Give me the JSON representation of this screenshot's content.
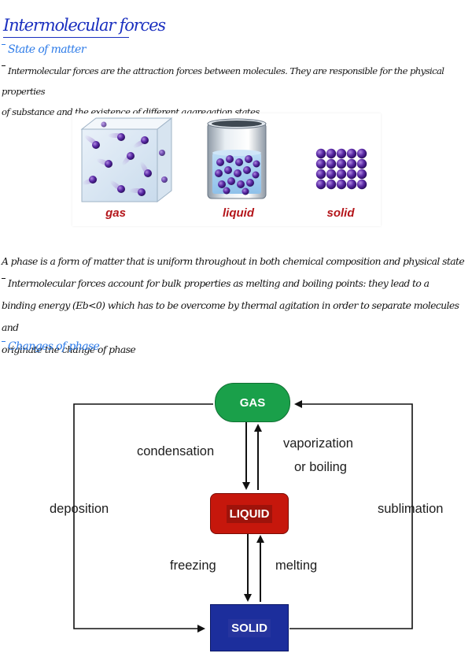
{
  "heading": {
    "title": "Intermolecular forces",
    "subtitle_states": "State of matter",
    "subtitle_changes": "Changes of phase"
  },
  "paragraphs": {
    "intro_line1": "Intermolecular forces are the attraction forces between molecules. They are responsible for the physical properties",
    "intro_line2": "of substance and the existence of different aggregation states",
    "phase_def": "A phase is a form of matter that is uniform throughout in both chemical composition and physical state",
    "bulk_line1": "Intermolecular forces account for bulk properties as melting and boiling points: they lead to a",
    "bulk_line2": "binding energy (Eb<0) which has to be overcome by thermal agitation in order to separate molecules and",
    "bulk_line3": "originate the change of phase"
  },
  "states_figure": {
    "labels": {
      "gas": "gas",
      "liquid": "liquid",
      "solid": "solid"
    }
  },
  "phase_diagram": {
    "boxes": {
      "gas": "GAS",
      "liquid": "LIQUID",
      "solid": "SOLID"
    },
    "transitions": {
      "condensation": "condensation",
      "vaporization_1": "vaporization",
      "vaporization_2": "or  boiling",
      "deposition": "deposition",
      "sublimation": "sublimation",
      "freezing": "freezing",
      "melting": "melting"
    }
  },
  "colors": {
    "title_blue": "#1a2fbf",
    "subtitle_blue": "#2d7be8",
    "state_label_red": "#b4161b",
    "gas_green": "#1aa04a",
    "liquid_red": "#c6170c",
    "solid_blue": "#1c2e9c",
    "molecule_purple": "#5b2aa6"
  }
}
